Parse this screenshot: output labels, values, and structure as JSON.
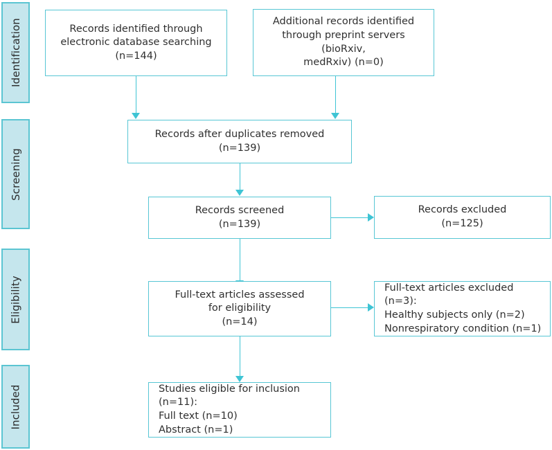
{
  "diagram": {
    "title": "PRISMA study selection flow diagram",
    "colors": {
      "stage_fill": "#c5e6ed",
      "stage_border": "#5bc5d2",
      "box_border": "#57c6d4",
      "connector": "#3ec4d4",
      "text": "#2f2f2f",
      "background": "#ffffff"
    },
    "stages": [
      {
        "id": "identification",
        "label": "Identification"
      },
      {
        "id": "screening",
        "label": "Screening"
      },
      {
        "id": "eligibility",
        "label": "Eligibility"
      },
      {
        "id": "included",
        "label": "Included"
      }
    ],
    "boxes": [
      {
        "id": "records-identified-database",
        "text": "Records identified through\nelectronic database searching\n(n=144)",
        "align": "center"
      },
      {
        "id": "additional-records-preprint",
        "text": "Additional records identified\nthrough preprint servers (bioRxiv,\nmedRxiv) (n=0)",
        "align": "center"
      },
      {
        "id": "records-after-duplicates-removed",
        "text": "Records after duplicates removed\n(n=139)",
        "align": "center"
      },
      {
        "id": "records-screened",
        "text": "Records screened\n(n=139)",
        "align": "center"
      },
      {
        "id": "records-excluded",
        "text": "Records excluded\n(n=125)",
        "align": "center"
      },
      {
        "id": "full-text-assessed",
        "text": "Full-text articles assessed\nfor eligibility\n(n=14)",
        "align": "center"
      },
      {
        "id": "full-text-excluded",
        "text": "Full-text articles excluded (n=3):\n   Healthy subjects only (n=2)\n   Nonrespiratory condition (n=1)",
        "align": "left"
      },
      {
        "id": "studies-eligible-inclusion",
        "text": "Studies eligible for inclusion (n=11):\n   Full text (n=10)\n   Abstract (n=1)",
        "align": "left"
      }
    ],
    "counts": {
      "records_identified_database": 144,
      "additional_records_preprint": 0,
      "records_after_duplicates": 139,
      "records_screened": 139,
      "records_excluded": 125,
      "full_text_assessed": 14,
      "full_text_excluded_total": 3,
      "full_text_excluded_healthy_subjects_only": 2,
      "full_text_excluded_nonrespiratory_condition": 1,
      "studies_eligible_total": 11,
      "studies_eligible_full_text": 10,
      "studies_eligible_abstract": 1
    }
  }
}
